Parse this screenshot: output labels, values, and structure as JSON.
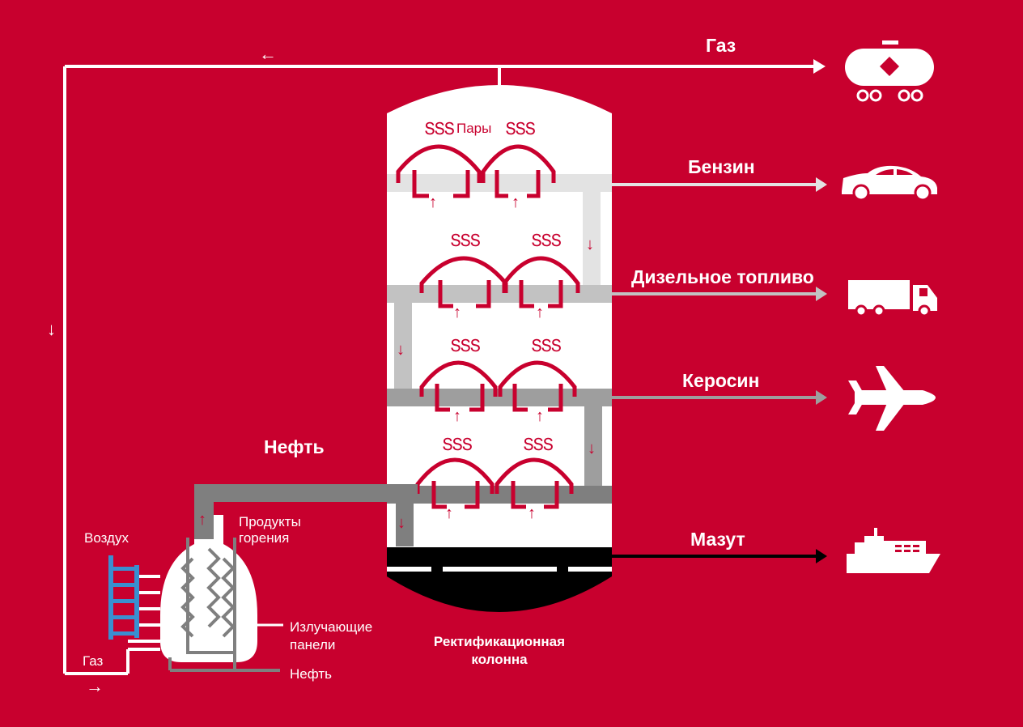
{
  "colors": {
    "background": "#c8002e",
    "white": "#ffffff",
    "tray_top": "#e3e3e3",
    "tray_mid": "#c2c2c2",
    "tray_low": "#9e9e9e",
    "tray_bottom": "#7f7f7f",
    "residue": "#000000",
    "air_pipe": "#3a8fd0"
  },
  "labels": {
    "gas_top": "Газ",
    "vapors": "Пары",
    "crude_feed": "Нефть",
    "air": "Воздух",
    "combustion_products_1": "Продукты",
    "combustion_products_2": "горения",
    "radiant_panels_1": "Излучающие",
    "radiant_panels_2": "панели",
    "gas_inlet": "Газ",
    "crude_inlet": "Нефть",
    "column_1": "Ректификационная",
    "column_2": "колонна"
  },
  "products": [
    {
      "label": "Бензин",
      "icon": "car-icon"
    },
    {
      "label": "Дизельное топливо",
      "icon": "truck-icon"
    },
    {
      "label": "Керосин",
      "icon": "airplane-icon"
    },
    {
      "label": "Мазут",
      "icon": "ship-icon"
    }
  ],
  "gas_icon": "tank-car-icon",
  "glyphs": {
    "left": "←",
    "right": "→",
    "down": "↓",
    "up": "↑",
    "steam": "ՏՏՏ"
  }
}
